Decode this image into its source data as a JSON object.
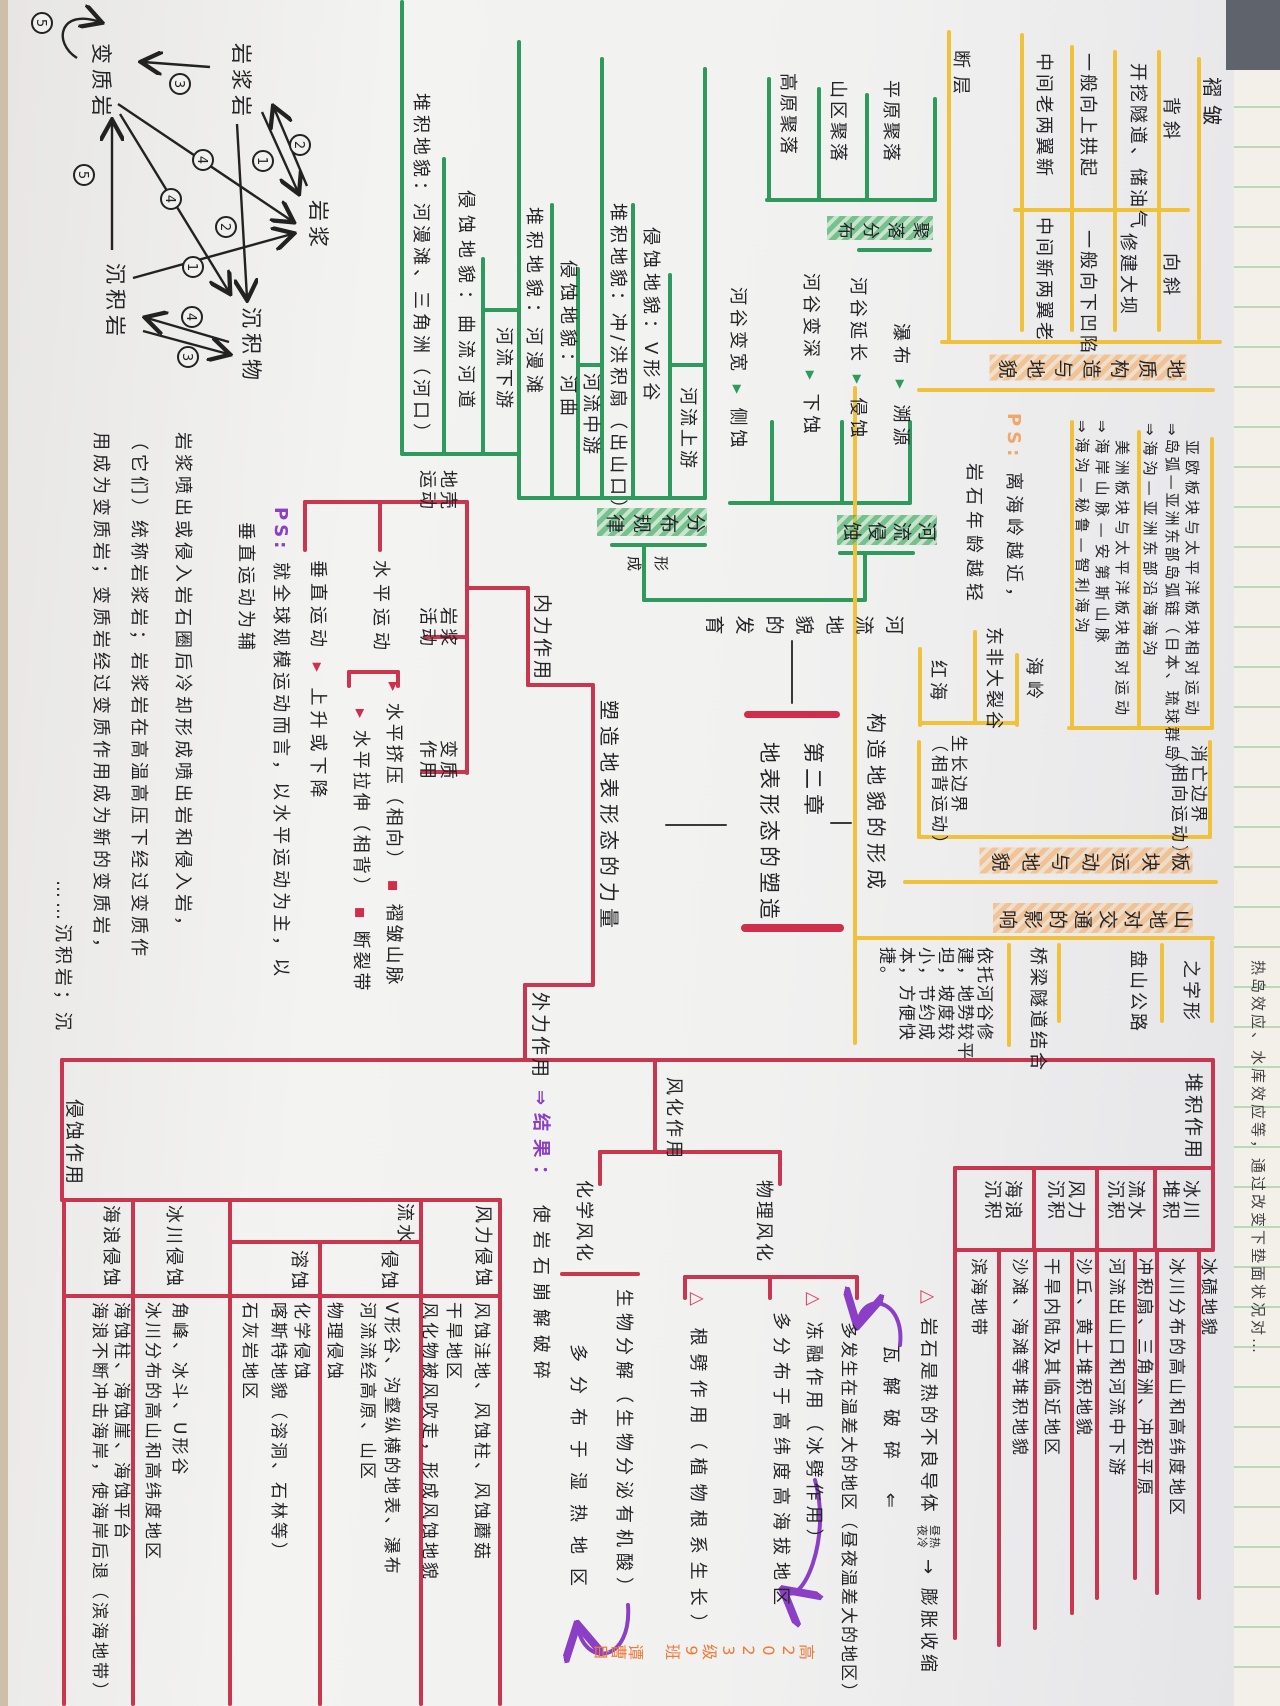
{
  "palette": {
    "red": "#c8364f",
    "green": "#2e9a5c",
    "yellow": "#f0c23c",
    "purple": "#8b3fc6",
    "orange": "#f07a3c"
  },
  "title": {
    "chapter": "第二章",
    "name": "地表形态的塑造"
  },
  "rock_cycle": {
    "nodes": {
      "magma": "岩浆",
      "igneous": "岩浆岩",
      "metamorphic": "变质岩",
      "sedimentary": "沉积岩",
      "sediment": "沉积物"
    },
    "arrow_numbers": {
      "loop": "5",
      "igneous_to_metamorphic": "3",
      "magma_to_igneous": "1",
      "igneous_to_magma": "2",
      "metamorphic_to_magma": "4",
      "metamorphic_to_sediment": "4",
      "igneous_to_sediment": "2",
      "sedimentary_to_magma": "1",
      "sedimentary_to_metamorphic": "5",
      "sediment_to_sedimentary": "4",
      "sedimentary_to_sediment": "3"
    },
    "explanation": [
      "岩浆喷出或侵入岩石圈后冷却形成喷出岩和侵入岩，",
      "（它们）统称岩浆岩；岩浆岩在高温高压下经过变质作",
      "用成为变质岩；变质岩经过变质作用成为新的变质岩，",
      "……沉积岩；沉"
    ]
  },
  "forces": {
    "root": "塑造地表形态的力量",
    "endogenic": {
      "label": "内力作用",
      "crustal_movement": {
        "label_lines": [
          "地壳",
          "运动"
        ],
        "horizontal": {
          "label": "水平运动",
          "items": [
            {
              "arrow": "▸",
              "motion": "水平挤压（相向）",
              "dash": "▪",
              "result": "褶皱山脉"
            },
            {
              "arrow": "▸",
              "motion": "水平拉伸（相背）",
              "dash": "▪",
              "result": "断裂带"
            }
          ]
        },
        "vertical": {
          "label": "垂直运动",
          "arrow": "▸",
          "result": "上升或下降"
        },
        "note": {
          "prefix": "PS:",
          "line_1": "就全球规模运动而言，以水平运动为主，以",
          "line_2": "垂直运动为辅"
        }
      },
      "magmatism_lines": [
        "岩浆",
        "活动"
      ],
      "metamorphism_lines": [
        "变质",
        "作用"
      ]
    },
    "exogenic": {
      "label": "外力作用",
      "weathering": {
        "label": "风化作用",
        "physical": {
          "label": "物理风化",
          "thermal": {
            "marker": "△",
            "text": "岩石是热的不良导体",
            "day": "昼热",
            "night": "夜冷",
            "arrow": "→",
            "result": "膨胀收缩",
            "outcome": "瓦解破碎",
            "return_arrow": "⇐",
            "note": "多发生在温差大的地区（昼夜温差大的地区）"
          },
          "frost": {
            "marker": "△",
            "text": "冻融作用（冰劈作用）",
            "note": "多分布于高纬度高海拔地区"
          },
          "root": {
            "marker": "△",
            "text": "根劈作用（植物根系生长）"
          }
        },
        "chemical": {
          "label": "化学风化",
          "text": "生物分解（生物分泌有机酸）",
          "note": "多分布于湿热地区"
        },
        "result": {
          "prefix": "⇒结果：",
          "text": "使岩石崩解破碎"
        }
      },
      "erosion": {
        "label": "侵蚀作用",
        "wind": {
          "type": "风力侵蚀",
          "lines": [
            "风蚀洼地、风蚀柱、风蚀蘑菇",
            "干旱地区",
            "风化物被风吹走，形成风蚀地貌"
          ]
        },
        "water": {
          "type": "流水",
          "erosion": {
            "label": "侵蚀",
            "lines": [
              "V形谷、沟壑纵横的地表、瀑布",
              "河流流经高原、山区",
              "物理侵蚀"
            ]
          },
          "solution": {
            "label": "溶蚀",
            "lines": [
              "化学侵蚀",
              "喀斯特地貌（溶洞、石林等）",
              "石灰岩地区"
            ]
          }
        },
        "glacier": {
          "type": "冰川侵蚀",
          "lines": [
            "角峰、冰斗、U形谷",
            "冰川分布的高山和高纬度地区"
          ]
        },
        "wave": {
          "type": "海浪侵蚀",
          "lines": [
            "海蚀柱、海蚀崖、海蚀平台",
            "海浪不断冲击海岸，使海岸后退（滨海地带）"
          ]
        }
      },
      "deposition": {
        "label": "堆积作用",
        "rows": [
          {
            "type": [
              "冰川",
              "堆积"
            ],
            "landforms": "冰碛地貌",
            "region": "冰川分布的高山和高纬度地区"
          },
          {
            "type": [
              "流水",
              "沉积"
            ],
            "landforms": "冲积扇、三角洲、冲积平原",
            "region": "河流出山口和河流中下游"
          },
          {
            "type": [
              "风力",
              "沉积"
            ],
            "landforms": "沙丘、黄土堆积地貌",
            "region": "干旱内陆及其临近地区"
          },
          {
            "type": [
              "海浪",
              "沉积"
            ],
            "landforms": "沙滩、海滩等堆积地貌",
            "region": "滨海地带"
          }
        ]
      }
    }
  },
  "river": {
    "title": "河流地貌的发育",
    "formation_label": "形成",
    "distribution_label": "分布规律",
    "reaches": [
      {
        "label": "河流上游",
        "erosion": "侵蚀地貌：V形谷",
        "deposition": "堆积地貌：冲/洪积扇（出山口）"
      },
      {
        "label": "河流中游",
        "erosion": "侵蚀地貌：河曲",
        "deposition": "堆积地貌：河漫滩"
      },
      {
        "label": "河流下游",
        "erosion": "侵蚀地貌：曲流河道",
        "deposition": "堆积地貌：河漫滩、三角洲（河口）"
      }
    ],
    "erosion": {
      "label": "河流侵蚀",
      "items": [
        {
          "result": "瀑布",
          "arrow": "▸",
          "type": "溯源"
        },
        {
          "result": "河谷延长",
          "arrow": "▸",
          "type": "侵蚀"
        },
        {
          "result": "河谷变深",
          "arrow": "▸",
          "type": "下蚀"
        },
        {
          "result": "河谷变宽",
          "arrow": "▸",
          "type": "侧蚀"
        }
      ]
    },
    "settlements": {
      "label": "聚落分布",
      "items": [
        "平原聚落",
        "山区聚落",
        "高原聚落"
      ]
    }
  },
  "structure": {
    "title": "构造地貌的形成",
    "geologic": {
      "label": "地质构造与地貌",
      "fold": {
        "label": "褶皱",
        "columns": [
          "背斜",
          "向斜"
        ],
        "rows": [
          [
            "开挖隧道、储油气",
            "修建大坝"
          ],
          [
            "一般向上拱起",
            "一般向下凹陷"
          ],
          [
            "中间老两翼新",
            "中间新两翼老"
          ]
        ]
      },
      "fault": "断层"
    },
    "plates": {
      "label": "板块运动与地貌",
      "convergent": {
        "lines": [
          "消亡边界",
          "（相向运动）"
        ],
        "details": [
          "亚欧板块与太平洋板块相对运动",
          "⇒岛弧—亚洲东部岛弧链（日本、琉球群岛）",
          "⇒海沟—亚洲东部沿海海沟",
          "美洲板块与太平洋板块相对运动",
          "⇒海岸山脉—安第斯山脉",
          "⇒海沟—秘鲁—智利海沟"
        ]
      },
      "divergent": {
        "lines": [
          "生长边界",
          "（相背运动）"
        ],
        "examples": [
          "海岭",
          "东非大裂谷",
          "红海"
        ]
      },
      "note": {
        "prefix": "PS:",
        "line_1": "离海岭越近，",
        "line_2": "岩石年龄越轻"
      }
    },
    "mountains": {
      "label": "山地对交通的影响",
      "items": [
        "之字形",
        "盘山公路",
        "桥梁隧道结合"
      ],
      "note": "依托河谷修建，地势较平坦，坡度较小，节约成本，方便快捷。"
    }
  },
  "signature": {
    "class": "高2023级9班",
    "name": "谭曹自"
  },
  "background": {
    "side_note": "热岛效应、水库效应等，通过改变下垫面状况对…"
  }
}
